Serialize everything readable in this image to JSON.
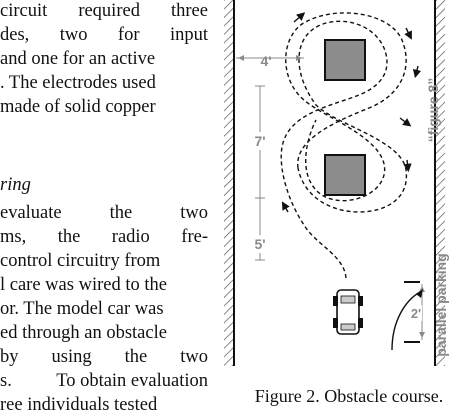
{
  "body_text": {
    "lines": [
      [
        "circuit",
        "required",
        "three"
      ],
      [
        "des,",
        "two",
        "for",
        "input"
      ],
      [
        "and one for an active"
      ],
      [
        ". The electrodes used"
      ],
      [
        "made of solid copper"
      ],
      [
        ""
      ],
      [
        ""
      ],
      [
        "ring"
      ],
      [
        "evaluate",
        "the",
        "two"
      ],
      [
        "ms,",
        "the",
        "radio",
        "fre-"
      ],
      [
        "control circuitry from"
      ],
      [
        "l care was wired to the"
      ],
      [
        "or. The model car was"
      ],
      [
        "ed through an obstacle"
      ],
      [
        "by",
        "using",
        "the",
        "two"
      ],
      [
        "s.",
        "To obtain evaluation"
      ],
      [
        "ree individuals tested"
      ]
    ]
  },
  "figure": {
    "caption": "Figure 2. Obstacle course.",
    "labels": {
      "gap_width": "4'",
      "spacing_upper": "7'",
      "spacing_lower": "5'",
      "parking_gap": "2'",
      "figure8": "“figure 8”",
      "parallel_parking": "parallel parking"
    },
    "colors": {
      "ink": "#111111",
      "wall_hatch": "#555555",
      "obstacle_fill": "#8c8c8c",
      "dimension_gray": "#8a8a8a"
    }
  }
}
